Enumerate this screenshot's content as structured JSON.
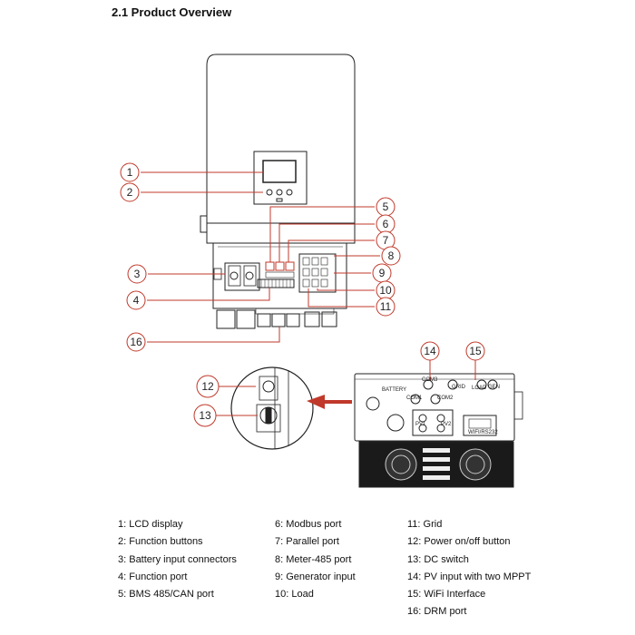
{
  "title": "2.1 Product Overview",
  "callout_color": "#c0392b",
  "callouts": [
    "1",
    "2",
    "3",
    "4",
    "5",
    "6",
    "7",
    "8",
    "9",
    "10",
    "11",
    "12",
    "13",
    "14",
    "15",
    "16"
  ],
  "panel_labels": {
    "battery": "BATTERY",
    "comm": "COM3",
    "com_left": "COM1",
    "com_right": "COM2",
    "grid": "GRID",
    "gen": "GEN",
    "load": "LOAD",
    "pv1": "PV1",
    "pv2": "PV2",
    "wifi": "WIFI/RS232"
  },
  "legend": {
    "col1": [
      "1: LCD display",
      "2: Function buttons",
      "3: Battery input connectors",
      "4: Function port",
      "5: BMS 485/CAN port"
    ],
    "col2": [
      "6: Modbus port",
      "7: Parallel port",
      "8: Meter-485 port",
      "9: Generator input",
      "10: Load"
    ],
    "col3": [
      "11: Grid",
      "12: Power on/off button",
      "13: DC switch",
      "14: PV input with two MPPT",
      "15: WiFi Interface",
      "16: DRM port"
    ]
  }
}
